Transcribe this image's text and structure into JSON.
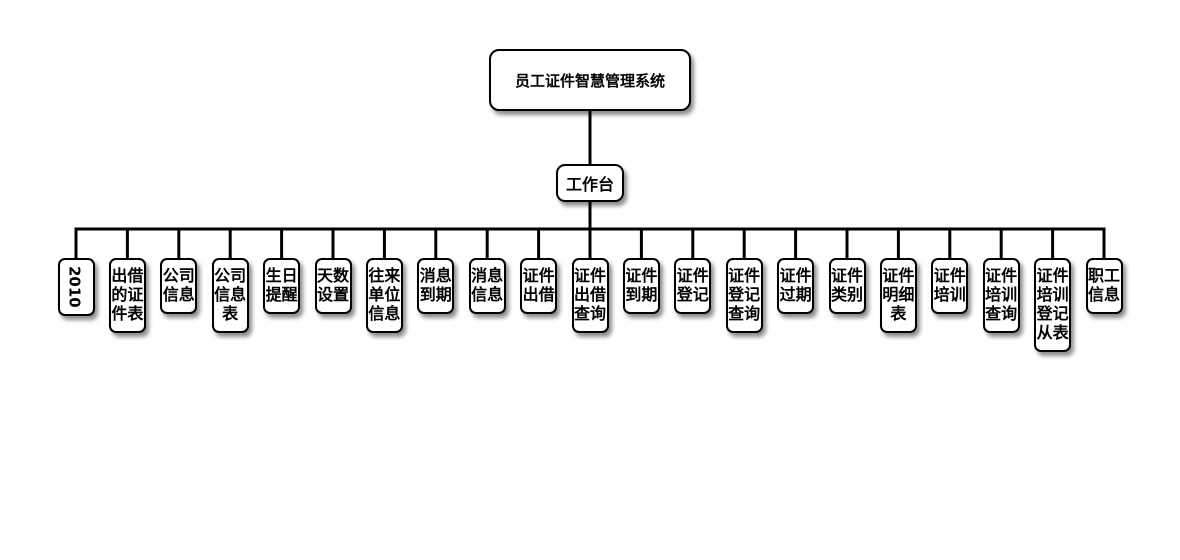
{
  "root": {
    "label": "员工证件智慧管理系统"
  },
  "hub": {
    "label": "工作台"
  },
  "leaves": [
    {
      "label": "2010"
    },
    {
      "label": "出借的证件表"
    },
    {
      "label": "公司信息"
    },
    {
      "label": "公司信息表"
    },
    {
      "label": "生日提醒"
    },
    {
      "label": "天数设置"
    },
    {
      "label": "往来单位信息"
    },
    {
      "label": "消息到期"
    },
    {
      "label": "消息信息"
    },
    {
      "label": "证件出借"
    },
    {
      "label": "证件出借查询"
    },
    {
      "label": "证件到期"
    },
    {
      "label": "证件登记"
    },
    {
      "label": "证件登记查询"
    },
    {
      "label": "证件过期"
    },
    {
      "label": "证件类别"
    },
    {
      "label": "证件明细表"
    },
    {
      "label": "证件培训"
    },
    {
      "label": "证件培训查询"
    },
    {
      "label": "证件培训登记从表"
    },
    {
      "label": "职工信息"
    }
  ],
  "colors": {
    "line": "#000000",
    "box_fill": "#ffffff",
    "text": "#000000"
  }
}
